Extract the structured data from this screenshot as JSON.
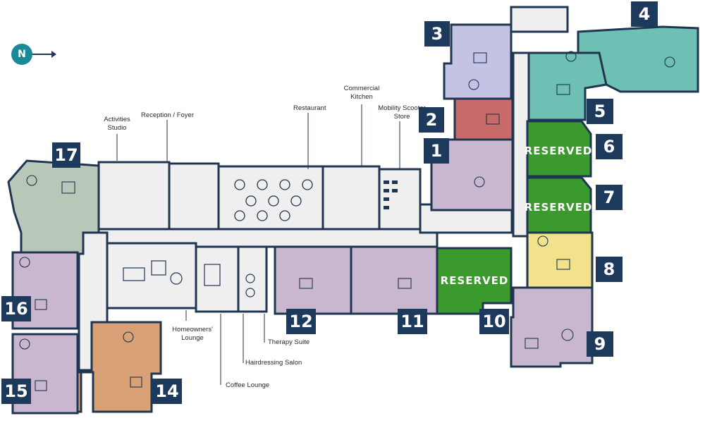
{
  "compass": {
    "letter": "N",
    "icon": "north-arrow-icon"
  },
  "colors": {
    "wall": "#1f3550",
    "common": "#f0f0f0",
    "lavender": "#c9b6cf",
    "periwinkle": "#c4c3e3",
    "red": "#c96a6a",
    "teal": "#6ebfb4",
    "yellow": "#f2e28c",
    "orange": "#d9a276",
    "sage": "#b9c7b8",
    "reserved_green": "#3a9a2e",
    "label_navy": "#1d3a5c"
  },
  "reserved_text": "RESERVED",
  "apartments": [
    {
      "id": "1",
      "label": "1"
    },
    {
      "id": "2",
      "label": "2"
    },
    {
      "id": "3",
      "label": "3"
    },
    {
      "id": "4",
      "label": "4"
    },
    {
      "id": "5",
      "label": "5"
    },
    {
      "id": "6",
      "label": "6",
      "status": "RESERVED"
    },
    {
      "id": "7",
      "label": "7",
      "status": "RESERVED"
    },
    {
      "id": "8",
      "label": "8"
    },
    {
      "id": "9",
      "label": "9"
    },
    {
      "id": "10",
      "label": "10",
      "status": "RESERVED"
    },
    {
      "id": "11",
      "label": "11"
    },
    {
      "id": "12",
      "label": "12"
    },
    {
      "id": "14",
      "label": "14"
    },
    {
      "id": "15",
      "label": "15"
    },
    {
      "id": "16",
      "label": "16"
    },
    {
      "id": "17",
      "label": "17"
    }
  ],
  "amenities": {
    "activities_studio": "Activities Studio",
    "reception_foyer": "Reception / Foyer",
    "restaurant": "Restaurant",
    "commercial_kitchen": "Commercial Kitchen",
    "mobility_scooter_store": "Mobility Scooter Store",
    "homeowners_lounge": "Homeowners' Lounge",
    "therapy_suite": "Therapy Suite",
    "hairdressing_salon": "Hairdressing Salon",
    "coffee_lounge": "Coffee Lounge"
  }
}
